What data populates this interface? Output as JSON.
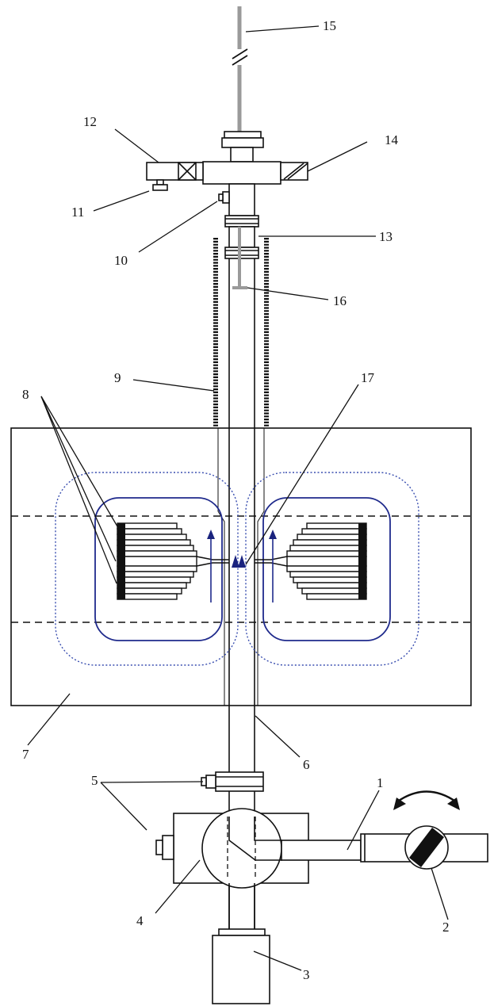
{
  "diagram": {
    "labels": {
      "l1": "1",
      "l2": "2",
      "l3": "3",
      "l4": "4",
      "l5": "5",
      "l6": "6",
      "l7": "7",
      "l8": "8",
      "l9": "9",
      "l10": "10",
      "l11": "11",
      "l12": "12",
      "l13": "13",
      "l14": "14",
      "l15": "15",
      "l16": "16",
      "l17": "17"
    },
    "colors": {
      "line": "#111111",
      "rod": "#9a9a9a",
      "field_solid": "#1f2a8c",
      "field_dotted": "#3a4fb0",
      "arrow": "#1a237e"
    }
  }
}
